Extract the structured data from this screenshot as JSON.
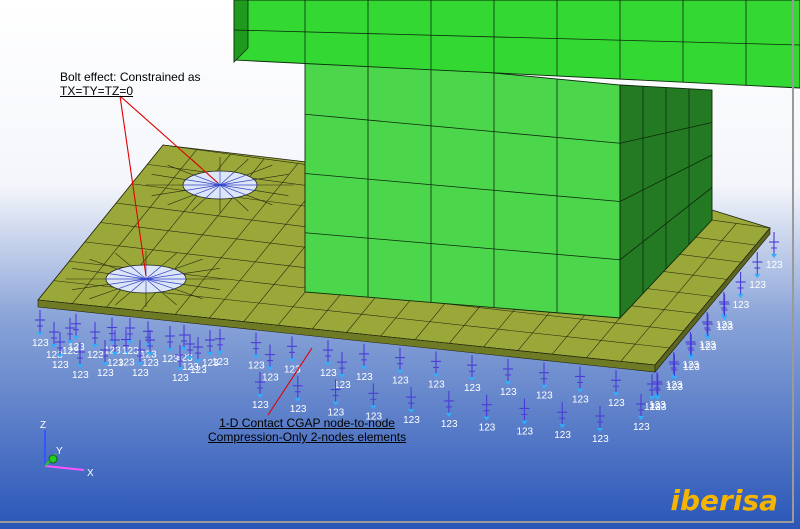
{
  "annotations": {
    "bolt_line1": "Bolt effect: Constrained as",
    "bolt_line2": "TX=TY=TZ=0",
    "contact_line1": "1-D Contact CGAP node-to-node",
    "contact_line2": "Compression-Only 2-nodes elements"
  },
  "constraint_label": "123",
  "triad": {
    "x": "X",
    "y": "Y",
    "z": "Z"
  },
  "brand": "iberisa",
  "colors": {
    "background_top": "#ffffff",
    "background_bottom": "#2a56b8",
    "plate": "#9aa83a",
    "column_front": "#4cd64c",
    "column_side": "#237a23",
    "flange": "#33d833",
    "constraint": "#4a3bd6",
    "leader": "#e00000",
    "brand": "#f5b400"
  }
}
